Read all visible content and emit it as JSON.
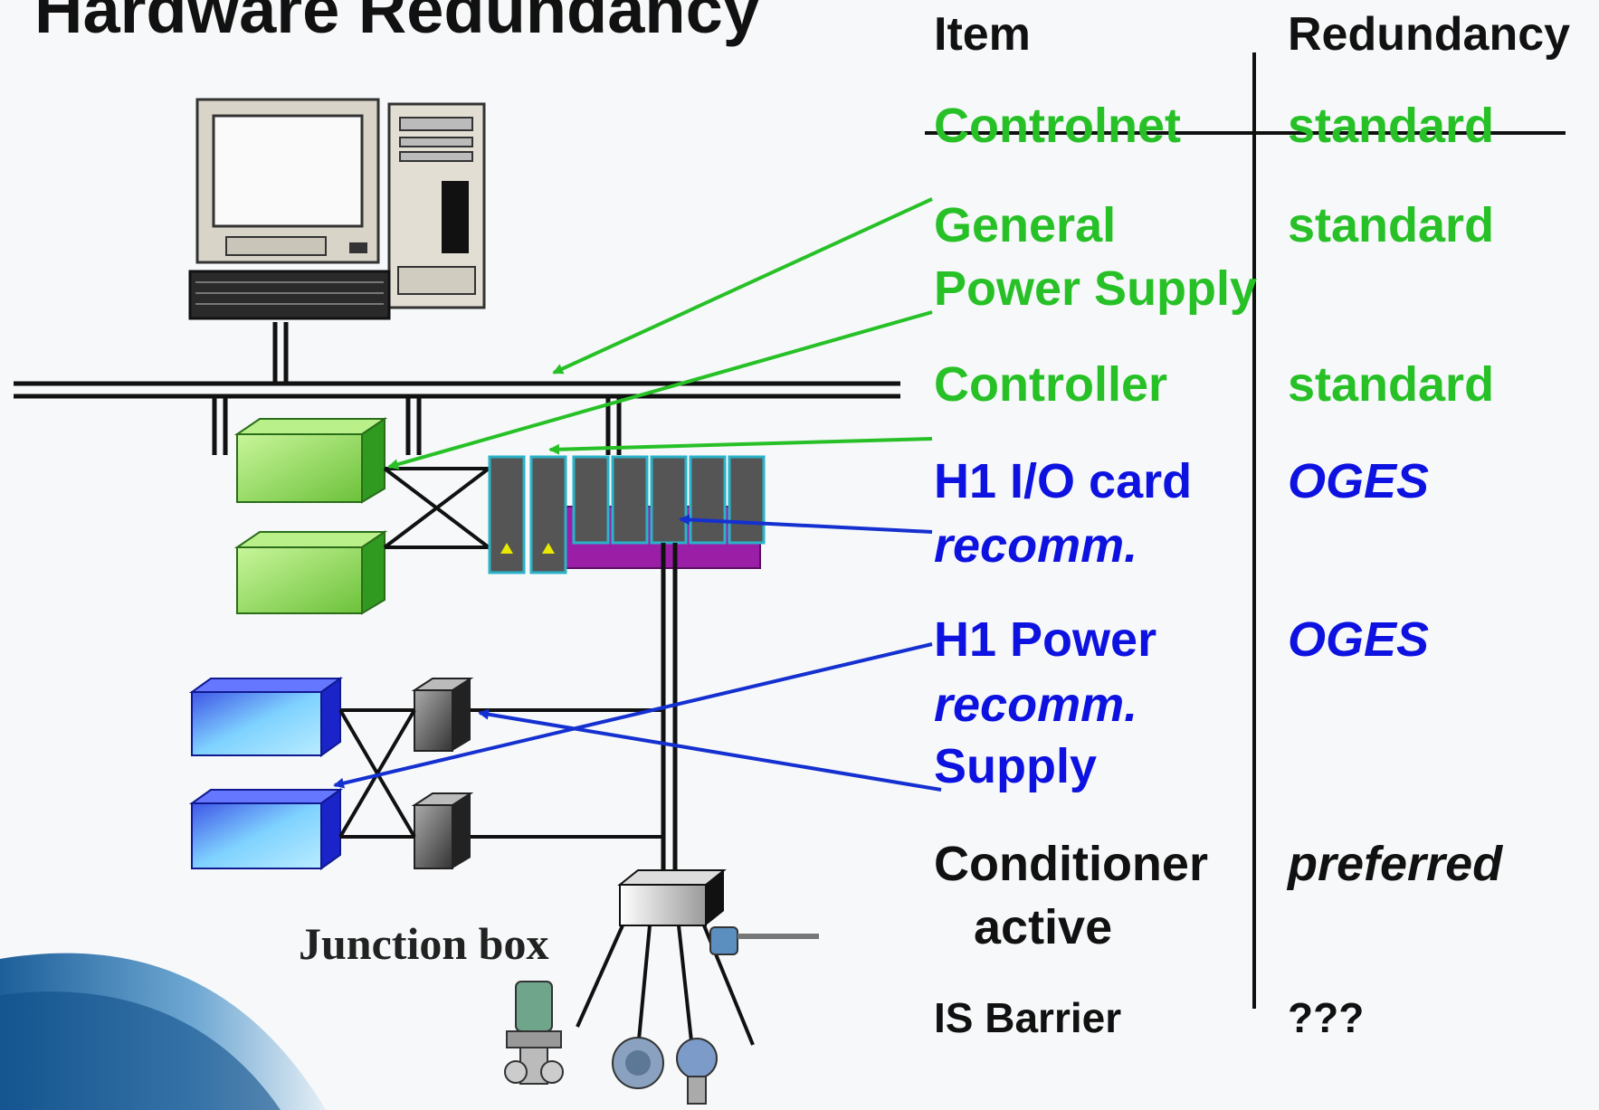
{
  "title": "Hardware Redundancy",
  "table": {
    "headers": {
      "item": "Item",
      "redundancy": "Redundancy"
    },
    "rows": [
      {
        "item": "Controlnet",
        "redundancy": "standard",
        "color": "#27c127",
        "struck": true
      },
      {
        "item_lines": [
          "General",
          "Power Supply"
        ],
        "redundancy": "standard",
        "color": "#27c127"
      },
      {
        "item": "Controller",
        "redundancy": "standard",
        "color": "#27c127"
      },
      {
        "item": "H1 I/O card",
        "note": "recomm.",
        "redundancy": "OGES",
        "color": "#0d12e0"
      },
      {
        "item": "H1 Power",
        "note": "recomm.",
        "item_line2": "Supply",
        "redundancy": "OGES",
        "color": "#0d12e0"
      },
      {
        "item_lines": [
          "Conditioner",
          "active"
        ],
        "redundancy": "preferred",
        "color": "#111111"
      },
      {
        "item": "IS Barrier",
        "redundancy": "???",
        "color": "#111111"
      }
    ]
  },
  "diagram": {
    "junction_box_label": "Junction box",
    "colors": {
      "green_arrow": "#27c127",
      "blue_arrow": "#1530d0",
      "power_supply_green": "#8ed84f",
      "h1_power_blue": "#2a3ce0",
      "io_rack_purple": "#9a1fa6",
      "io_rack_cyan": "#27b3c8"
    },
    "icons": [
      "computer-workstation-icon",
      "valve-positioner-icon",
      "flow-transmitter-icon",
      "pressure-transmitter-icon",
      "temperature-sensor-icon"
    ]
  }
}
